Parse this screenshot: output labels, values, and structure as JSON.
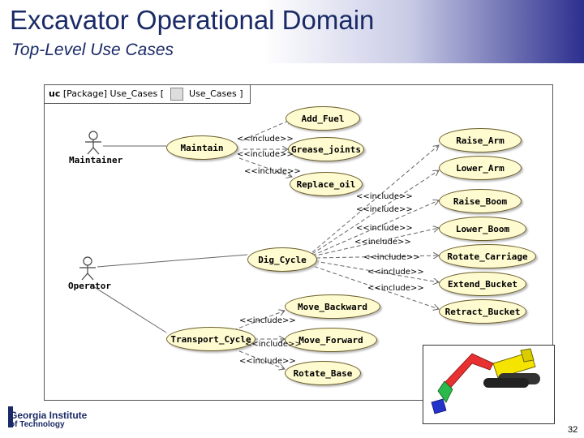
{
  "slide": {
    "title": "Excavator Operational Domain",
    "subtitle": "Top-Level Use Cases",
    "page_number": "32"
  },
  "diagram": {
    "header_prefix": "uc",
    "header_name": "[Package] Use_Cases [",
    "header_diagram": "Use_Cases ]",
    "actors": {
      "maintainer": "Maintainer",
      "operator": "Operator"
    },
    "use_cases": {
      "add_fuel": "Add_Fuel",
      "maintain": "Maintain",
      "grease_joints": "Grease_joints",
      "replace_oil": "Replace_oil",
      "raise_arm": "Raise_Arm",
      "lower_arm": "Lower_Arm",
      "raise_boom": "Raise_Boom",
      "lower_boom": "Lower_Boom",
      "rotate_carriage": "Rotate_Carriage",
      "extend_bucket": "Extend_Bucket",
      "retract_bucket": "Retract_Bucket",
      "dig_cycle": "Dig_Cycle",
      "move_backward": "Move_Backward",
      "transport_cycle": "Transport_Cycle",
      "move_forward": "Move_Forward",
      "rotate_base": "Rotate_Base"
    },
    "include_label": "<<include>>"
  },
  "logo": {
    "line1": "Georgia Institute",
    "line2": "of Technology"
  }
}
